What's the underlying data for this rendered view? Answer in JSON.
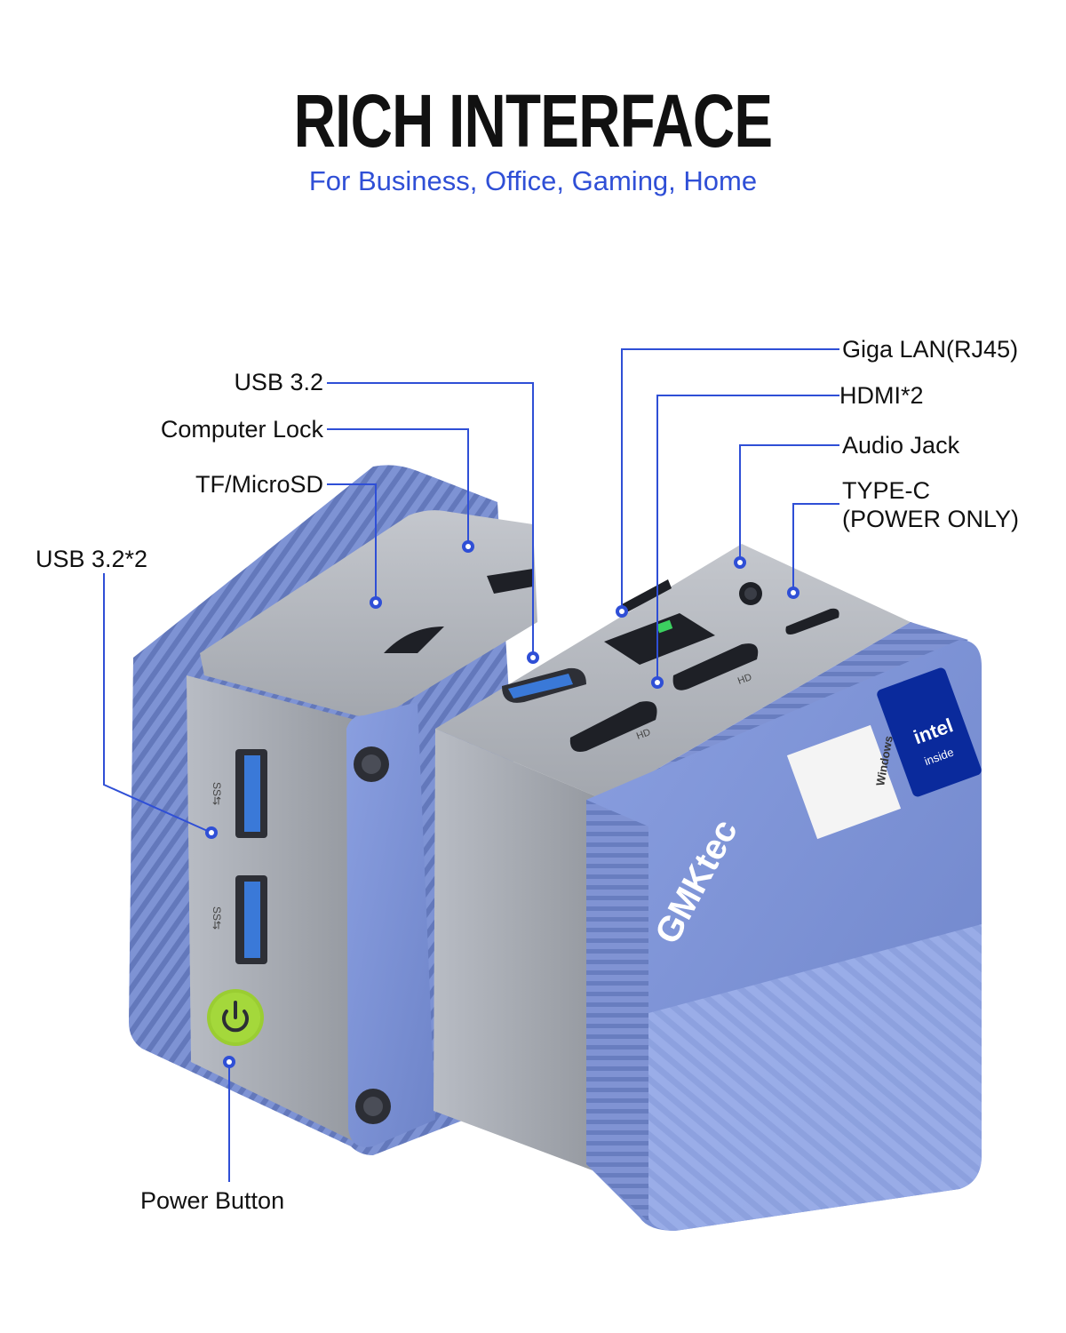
{
  "header": {
    "title": "RICH INTERFACE",
    "subtitle": "For Business, Office, Gaming, Home"
  },
  "callouts": {
    "usb32": "USB 3.2",
    "computer_lock": "Computer Lock",
    "tf_microsd": "TF/MicroSD",
    "usb32x2": "USB 3.2*2",
    "power_button": "Power Button",
    "giga_lan": "Giga LAN(RJ45)",
    "hdmi2": "HDMI*2",
    "audio_jack": "Audio Jack",
    "type_c_line1": "TYPE-C",
    "type_c_line2": "(POWER ONLY)"
  },
  "product": {
    "brand": "GMKtec",
    "badge_intel_line1": "intel",
    "badge_intel_line2": "inside",
    "badge_windows": "Windows",
    "port_hd": "HD"
  },
  "colors": {
    "accent": "#2f4fd6",
    "shell": "#7f94d6",
    "metal": "#a7abb3",
    "power": "#9acd32"
  }
}
